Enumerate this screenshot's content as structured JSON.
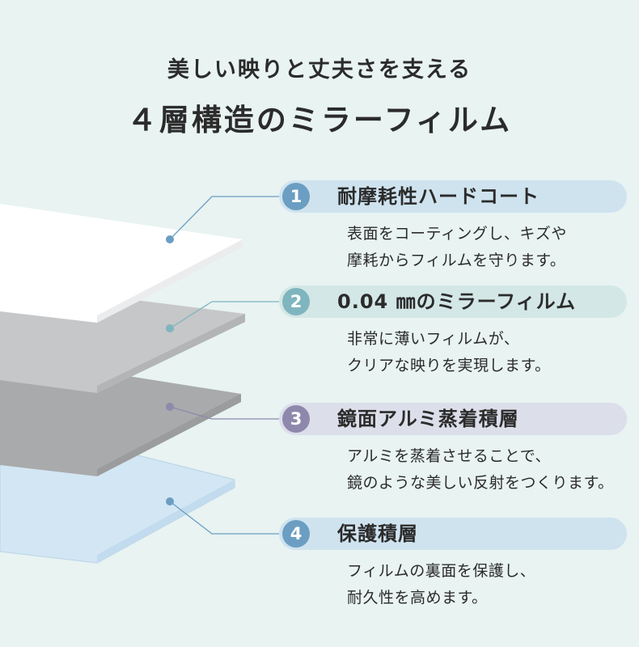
{
  "header": {
    "subtitle": "美しい映りと丈夫さを支える",
    "title": "４層構造のミラーフィルム"
  },
  "layers": [
    {
      "number": "1",
      "name": "耐摩耗性ハードコート",
      "desc_line1": "表面をコーティングし、キズや",
      "desc_line2": "摩耗からフィルムを守ります。",
      "badge_color": "#6b9ec2",
      "pill_color": "#cfe3ef"
    },
    {
      "number": "2",
      "name": "0.04 ㎜のミラーフィルム",
      "desc_line1": "非常に薄いフィルムが、",
      "desc_line2": "クリアな映りを実現します。",
      "badge_color": "#7fb5be",
      "pill_color": "#d3e7e6"
    },
    {
      "number": "3",
      "name": "鏡面アルミ蒸着積層",
      "desc_line1": "アルミを蒸着させることで、",
      "desc_line2": "鏡のような美しい反射をつくります。",
      "badge_color": "#8f88ad",
      "pill_color": "#dcdeea"
    },
    {
      "number": "4",
      "name": "保護積層",
      "desc_line1": "フィルムの裏面を保護し、",
      "desc_line2": "耐久性を高めます。",
      "badge_color": "#6b9ec2",
      "pill_color": "#cfe3ef"
    }
  ]
}
